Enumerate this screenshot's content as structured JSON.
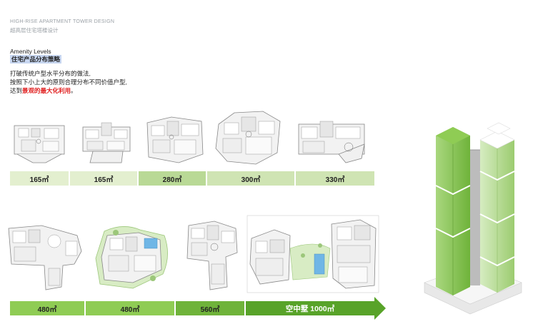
{
  "header": {
    "title_en": "HIGH-RISE APARTMENT TOWER DESIGN",
    "title_zh": "超高层住宅塔楼设计"
  },
  "section": {
    "title": "Amenity Levels",
    "subtitle": "住宅产品分布策略"
  },
  "body": {
    "line1": "打破传统户型水平分布的做法,",
    "line2": "按照下小上大的原则合理分布不同价值户型,",
    "line3_prefix": "达到",
    "line3_highlight": "景观的最大化利用",
    "line3_suffix": "。"
  },
  "units_row1": [
    "165㎡",
    "165㎡",
    "280㎡",
    "300㎡",
    "330㎡"
  ],
  "units_row2": [
    "480㎡",
    "480㎡",
    "560㎡",
    "空中墅 1000㎡"
  ],
  "colors": {
    "bar_pale": "#e3efcf",
    "bar_light": "#cfe4b3",
    "bar_mid": "#b9d996",
    "bar_green": "#8fcc54",
    "bar_dark": "#6fb33a",
    "arrow": "#58a329",
    "tower_green": "#7fc04a"
  }
}
